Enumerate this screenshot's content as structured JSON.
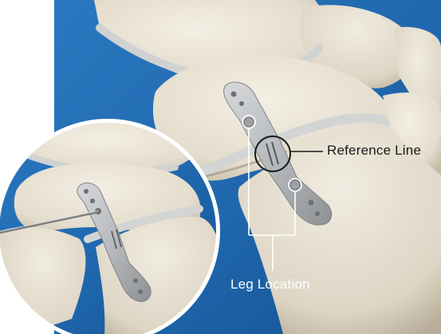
{
  "annotations": {
    "reference_line": "Reference Line",
    "leg_location": "Leg Location"
  },
  "colors": {
    "background_blue": "#1f67ad",
    "background_blue_light": "#3d8dd0",
    "bone": "#e9e3d6",
    "bone_shadow": "#bdb4a3",
    "cartilage": "#d0d2d0",
    "plate": "#c5c7c9",
    "plate_dark": "#8e9194",
    "callout_line": "#ffffff",
    "reference_circle": "#1a1a1a"
  },
  "icons": [
    "bone-illustration",
    "fixation-plate",
    "drill-wire",
    "magnifier-inset"
  ]
}
